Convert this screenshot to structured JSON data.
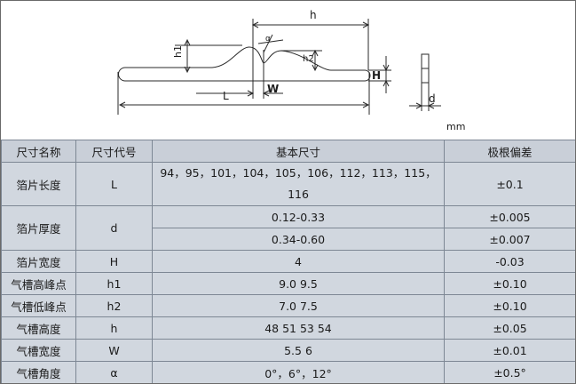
{
  "drawing": {
    "labels": {
      "h": "h",
      "alpha": "α",
      "h1": "h1",
      "h2": "h2",
      "H": "H",
      "L": "L",
      "W": "W",
      "d": "d",
      "unit": "mm"
    }
  },
  "table": {
    "headers": [
      "尺寸名称",
      "尺寸代号",
      "基本尺寸",
      "极根偏差"
    ],
    "rows": {
      "length": {
        "name": "箔片长度",
        "code": "L",
        "base_line1": "94，95，101，104，105，106，112，113，115，",
        "base_line2": "116",
        "tol": "±0.1"
      },
      "thickness": {
        "name": "箔片厚度",
        "code": "d",
        "base_a": "0.12-0.33",
        "tol_a": "±0.005",
        "base_b": "0.34-0.60",
        "tol_b": "±0.007"
      },
      "width": {
        "name": "箔片宽度",
        "code": "H",
        "base": "4",
        "tol": "-0.03"
      },
      "h1": {
        "name": "气槽高峰点",
        "code": "h1",
        "base": "9.0 9.5",
        "tol": "±0.10"
      },
      "h2": {
        "name": "气槽低峰点",
        "code": "h2",
        "base": "7.0 7.5",
        "tol": "±0.10"
      },
      "h": {
        "name": "气槽高度",
        "code": "h",
        "base": "48 51 53 54",
        "tol": "±0.05"
      },
      "w": {
        "name": "气槽宽度",
        "code": "W",
        "base": "5.5 6",
        "tol": "±0.01"
      },
      "angle": {
        "name": "气槽角度",
        "code": "α",
        "base": "0°，6°，12°",
        "tol": "±0.5°"
      }
    }
  }
}
